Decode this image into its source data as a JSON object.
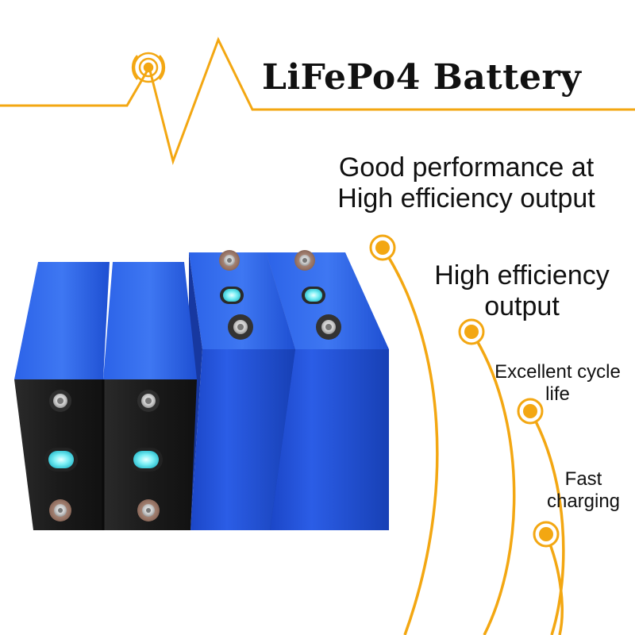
{
  "title": "LiFePo4 Battery",
  "features": [
    {
      "line1": "Good performance at",
      "line2": "High efficiency output"
    },
    {
      "line1": "High efficiency",
      "line2": "output"
    },
    {
      "line1": "Excellent cycle",
      "line2": "life"
    },
    {
      "line1": "Fast",
      "line2": "charging"
    }
  ],
  "colors": {
    "accent": "#F3A712",
    "cell_blue": "#1F4FD0",
    "cell_black": "#1A1A1A",
    "terminal_teal": "#5EE6F0"
  }
}
